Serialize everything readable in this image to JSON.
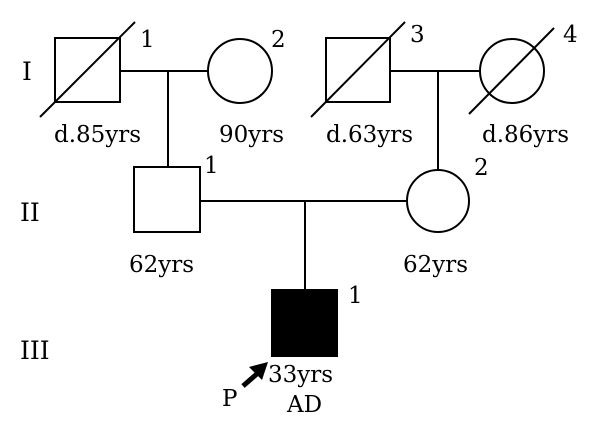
{
  "generations": {
    "I": "I",
    "II": "II",
    "III": "III"
  },
  "individuals": {
    "I_1": {
      "number": "1",
      "age": "d.85yrs",
      "sex": "male",
      "deceased": true,
      "affected": false
    },
    "I_2": {
      "number": "2",
      "age": "90yrs",
      "sex": "female",
      "deceased": false,
      "affected": false
    },
    "I_3": {
      "number": "3",
      "age": "d.63yrs",
      "sex": "male",
      "deceased": true,
      "affected": false
    },
    "I_4": {
      "number": "4",
      "age": "d.86yrs",
      "sex": "female",
      "deceased": true,
      "affected": false
    },
    "II_1": {
      "number": "1",
      "age": "62yrs",
      "sex": "male",
      "deceased": false,
      "affected": false
    },
    "II_2": {
      "number": "2",
      "age": "62yrs",
      "sex": "female",
      "deceased": false,
      "affected": false
    },
    "III_1": {
      "number": "1",
      "age": "33yrs",
      "sex": "male",
      "deceased": false,
      "affected": true,
      "diagnosis": "AD"
    }
  },
  "proband": {
    "marker": "P"
  },
  "colors": {
    "line": "#000000",
    "affected": "#000000",
    "background": "#ffffff"
  }
}
